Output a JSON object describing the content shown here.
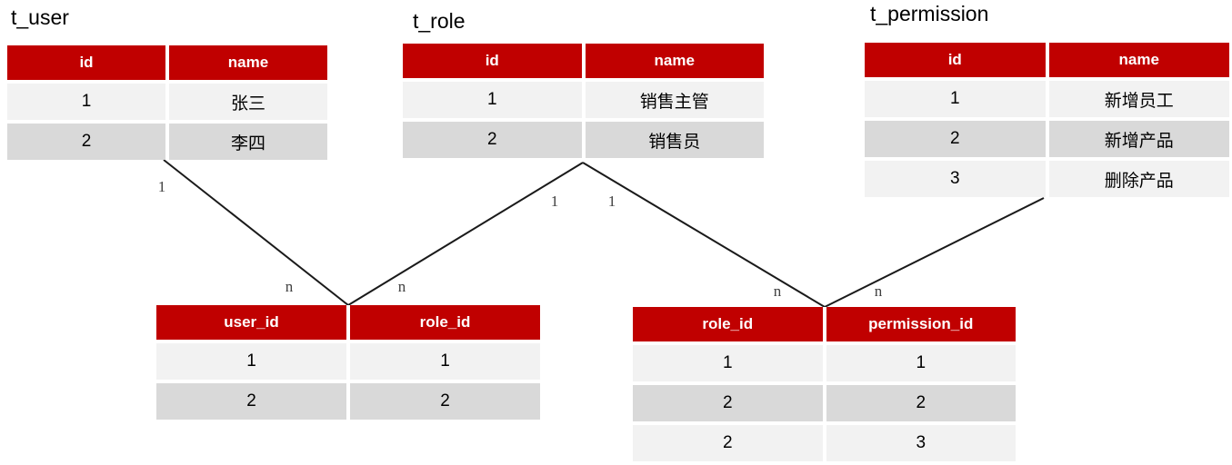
{
  "page": {
    "accent_color": "#c00000",
    "row_light_color": "#f2f2f2",
    "row_dark_color": "#d9d9d9",
    "line_color": "#1a1a1a"
  },
  "tables": [
    {
      "id": "t_user",
      "title": "t_user",
      "columns": [
        "id",
        "name"
      ],
      "rows": [
        [
          "1",
          "张三"
        ],
        [
          "2",
          "李四"
        ]
      ]
    },
    {
      "id": "t_role",
      "title": "t_role",
      "columns": [
        "id",
        "name"
      ],
      "rows": [
        [
          "1",
          "销售主管"
        ],
        [
          "2",
          "销售员"
        ]
      ]
    },
    {
      "id": "t_permission",
      "title": "t_permission",
      "columns": [
        "id",
        "name"
      ],
      "rows": [
        [
          "1",
          "新增员工"
        ],
        [
          "2",
          "新增产品"
        ],
        [
          "3",
          "删除产品"
        ]
      ]
    },
    {
      "id": "t_user_role",
      "title": "",
      "columns": [
        "user_id",
        "role_id"
      ],
      "rows": [
        [
          "1",
          "1"
        ],
        [
          "2",
          "2"
        ]
      ]
    },
    {
      "id": "t_role_permission",
      "title": "",
      "columns": [
        "role_id",
        "permission_id"
      ],
      "rows": [
        [
          "1",
          "1"
        ],
        [
          "2",
          "2"
        ],
        [
          "2",
          "3"
        ]
      ]
    }
  ],
  "connectors": [
    {
      "from_table": "t_user",
      "to_table": "t_user_role",
      "from_label": "1",
      "to_label": "n"
    },
    {
      "from_table": "t_role",
      "to_table": "t_user_role",
      "from_label": "1",
      "to_label": "n"
    },
    {
      "from_table": "t_role",
      "to_table": "t_role_permission",
      "from_label": "1",
      "to_label": "n"
    },
    {
      "from_table": "t_permission",
      "to_table": "t_role_permission",
      "from_label": "",
      "to_label": "n"
    }
  ]
}
